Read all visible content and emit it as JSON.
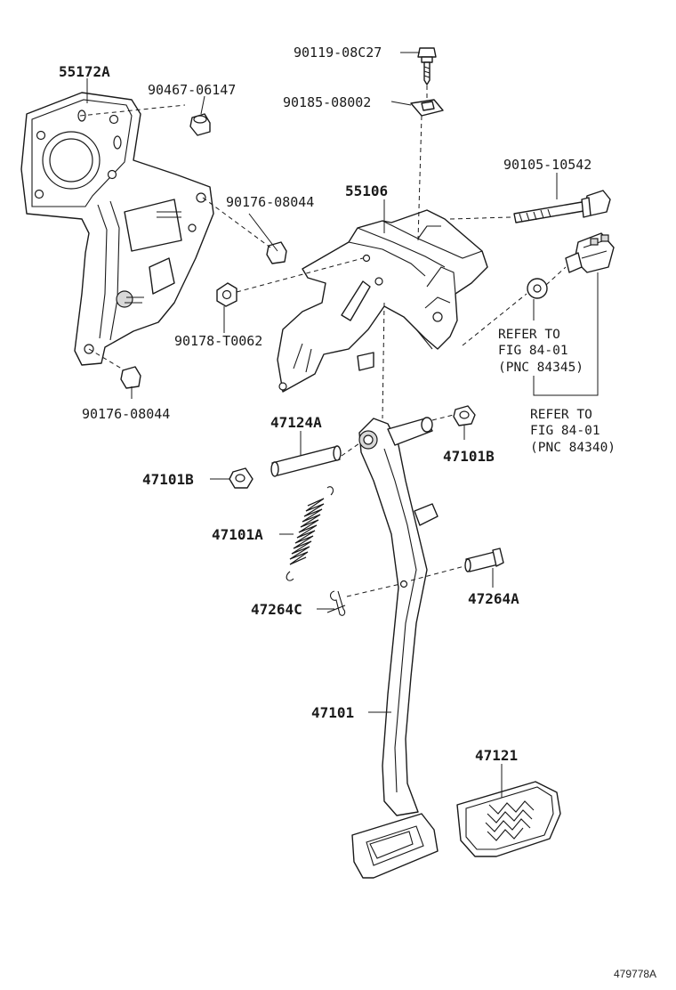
{
  "labels": {
    "p55172A": "55172A",
    "p90467_06147": "90467-06147",
    "p90119_08C27": "90119-08C27",
    "p90185_08002": "90185-08002",
    "p90105_10542": "90105-10542",
    "p55106": "55106",
    "p90176_08044_upper": "90176-08044",
    "p90178_T0062": "90178-T0062",
    "p90176_08044_lower": "90176-08044",
    "p47124A": "47124A",
    "p47101B_left": "47101B",
    "p47101B_right": "47101B",
    "p47101A": "47101A",
    "p47264C": "47264C",
    "p47264A": "47264A",
    "p47101": "47101",
    "p47121": "47121"
  },
  "notes": {
    "refer_84345": [
      "REFER TO",
      "FIG 84-01",
      "(PNC 84345)"
    ],
    "refer_84340": [
      "REFER TO",
      "FIG 84-01",
      "(PNC 84340)"
    ]
  },
  "catalog_number": "479778A"
}
